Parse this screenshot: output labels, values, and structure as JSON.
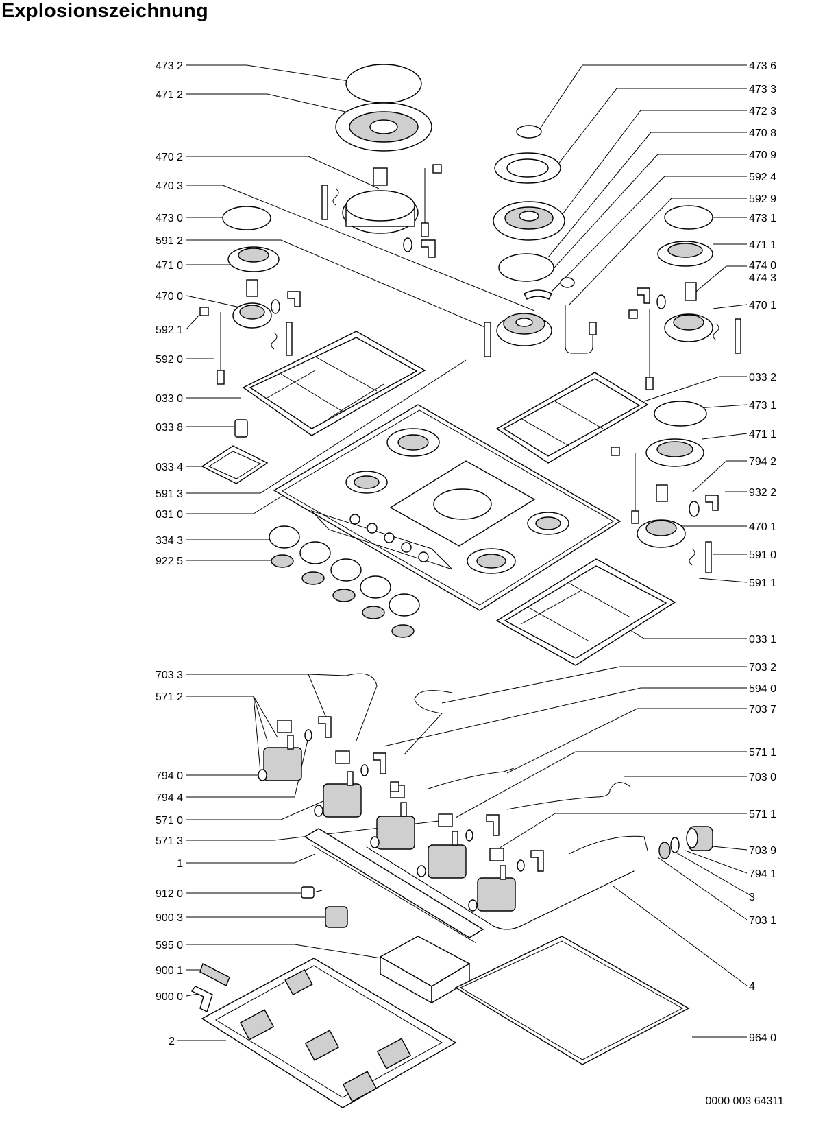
{
  "title": "Explosionszeichnung",
  "document_number": "0000 003 64311",
  "labels": [
    {
      "id": "l-4732a",
      "text": "473 2",
      "side": "left"
    },
    {
      "id": "l-4712",
      "text": "471 2",
      "side": "left"
    },
    {
      "id": "l-4702",
      "text": "470 2",
      "side": "left"
    },
    {
      "id": "l-4703",
      "text": "470 3",
      "side": "left"
    },
    {
      "id": "l-4730",
      "text": "473  0",
      "side": "left"
    },
    {
      "id": "l-5912",
      "text": "591 2",
      "side": "left"
    },
    {
      "id": "l-4710",
      "text": "471 0",
      "side": "left"
    },
    {
      "id": "l-4700",
      "text": "470 0",
      "side": "left"
    },
    {
      "id": "l-5921",
      "text": "592 1",
      "side": "left"
    },
    {
      "id": "l-5920",
      "text": "592 0",
      "side": "left"
    },
    {
      "id": "l-0330",
      "text": "033 0",
      "side": "left"
    },
    {
      "id": "l-0338",
      "text": "033 8",
      "side": "left"
    },
    {
      "id": "l-0334",
      "text": "033 4",
      "side": "left"
    },
    {
      "id": "l-5913",
      "text": "591 3",
      "side": "left"
    },
    {
      "id": "l-0310",
      "text": "031 0",
      "side": "left"
    },
    {
      "id": "l-3343",
      "text": "334 3",
      "side": "left"
    },
    {
      "id": "l-9225",
      "text": "922 5",
      "side": "left"
    },
    {
      "id": "l-7033",
      "text": "703 3",
      "side": "left"
    },
    {
      "id": "l-5712",
      "text": "571 2",
      "side": "left"
    },
    {
      "id": "l-7940",
      "text": "794 0",
      "side": "left"
    },
    {
      "id": "l-7944",
      "text": "794 4",
      "side": "left"
    },
    {
      "id": "l-5710",
      "text": "571 0",
      "side": "left"
    },
    {
      "id": "l-5713",
      "text": "571 3",
      "side": "left"
    },
    {
      "id": "l-1",
      "text": "1",
      "side": "left"
    },
    {
      "id": "l-9120",
      "text": "912 0",
      "side": "left"
    },
    {
      "id": "l-9003",
      "text": "900 3",
      "side": "left"
    },
    {
      "id": "l-5950",
      "text": "595 0",
      "side": "left"
    },
    {
      "id": "l-9001",
      "text": "900 1",
      "side": "left"
    },
    {
      "id": "l-9000",
      "text": "900 0",
      "side": "left"
    },
    {
      "id": "l-2",
      "text": "2",
      "side": "left"
    },
    {
      "id": "r-4736",
      "text": "473 6",
      "side": "right"
    },
    {
      "id": "r-4733",
      "text": "473 3",
      "side": "right"
    },
    {
      "id": "r-4723",
      "text": "472 3",
      "side": "right"
    },
    {
      "id": "r-4708",
      "text": "470 8",
      "side": "right"
    },
    {
      "id": "r-4709",
      "text": "470 9",
      "side": "right"
    },
    {
      "id": "r-5924",
      "text": "592 4",
      "side": "right"
    },
    {
      "id": "r-5929",
      "text": "592 9",
      "side": "right"
    },
    {
      "id": "r-4731a",
      "text": "473 1",
      "side": "right"
    },
    {
      "id": "r-4711a",
      "text": "471 1",
      "side": "right"
    },
    {
      "id": "r-4740",
      "text": "474 0",
      "side": "right"
    },
    {
      "id": "r-4743",
      "text": "474 3",
      "side": "right"
    },
    {
      "id": "r-4701a",
      "text": "470 1",
      "side": "right"
    },
    {
      "id": "r-0332",
      "text": "033 2",
      "side": "right"
    },
    {
      "id": "r-4731b",
      "text": "473 1",
      "side": "right"
    },
    {
      "id": "r-4711b",
      "text": "471 1",
      "side": "right"
    },
    {
      "id": "r-7942",
      "text": "794 2",
      "side": "right"
    },
    {
      "id": "r-9322",
      "text": "932 2",
      "side": "right"
    },
    {
      "id": "r-4701b",
      "text": "470 1",
      "side": "right"
    },
    {
      "id": "r-5910",
      "text": "591 0",
      "side": "right"
    },
    {
      "id": "r-5911",
      "text": "591 1",
      "side": "right"
    },
    {
      "id": "r-0331",
      "text": "033 1",
      "side": "right"
    },
    {
      "id": "r-7032",
      "text": "703 2",
      "side": "right"
    },
    {
      "id": "r-5940",
      "text": "594 0",
      "side": "right"
    },
    {
      "id": "r-7037",
      "text": "703 7",
      "side": "right"
    },
    {
      "id": "r-5711a",
      "text": "571 1",
      "side": "right"
    },
    {
      "id": "r-7030",
      "text": "703 0",
      "side": "right"
    },
    {
      "id": "r-5711b",
      "text": "571 1",
      "side": "right"
    },
    {
      "id": "r-7039",
      "text": "703 9",
      "side": "right"
    },
    {
      "id": "r-7941",
      "text": "794 1",
      "side": "right"
    },
    {
      "id": "r-3",
      "text": "3",
      "side": "right"
    },
    {
      "id": "r-7031",
      "text": "703 1",
      "side": "right"
    },
    {
      "id": "r-4",
      "text": "4",
      "side": "right"
    },
    {
      "id": "r-9640",
      "text": "964 0",
      "side": "right"
    }
  ]
}
